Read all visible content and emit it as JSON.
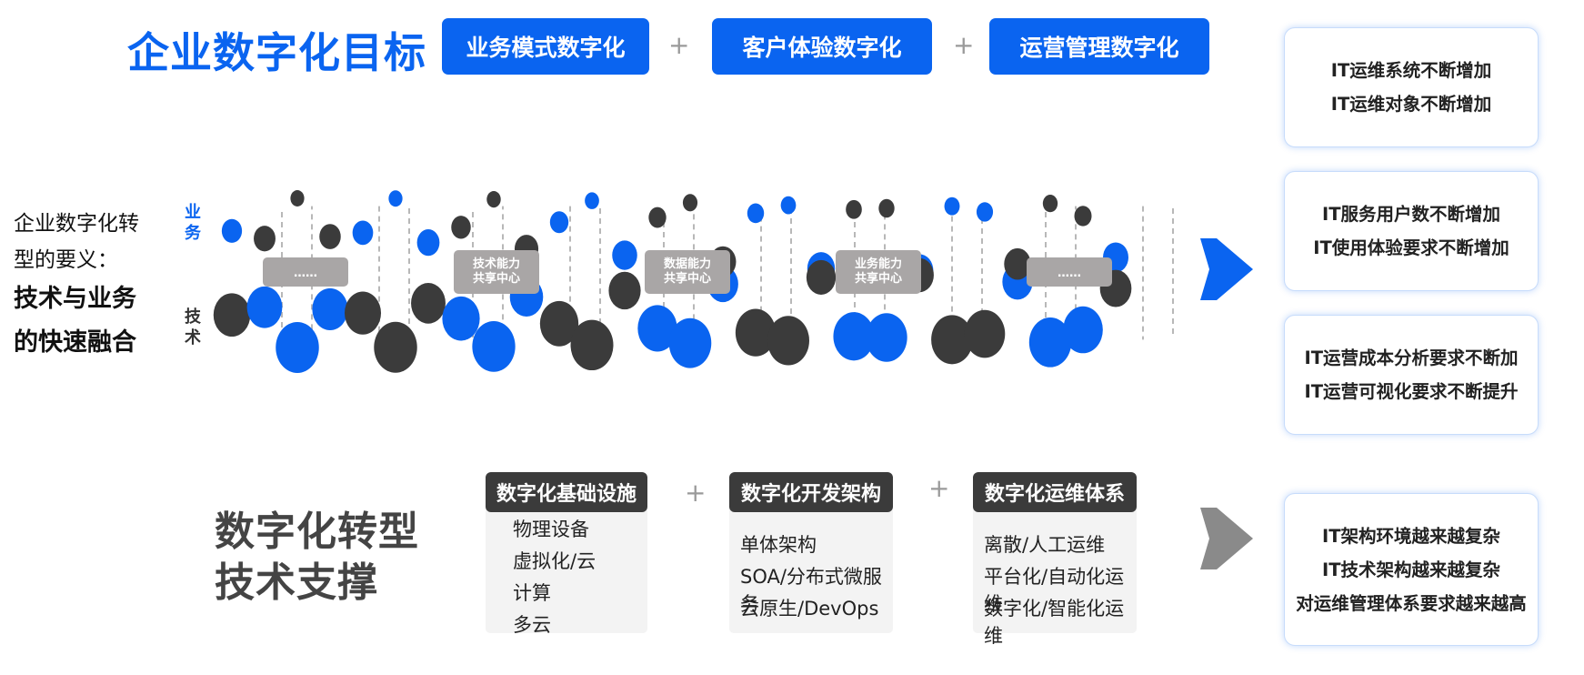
{
  "title_top": "企业数字化目标",
  "goals": [
    "业务模式数字化",
    "客户体验数字化",
    "运营管理数字化"
  ],
  "plus_sign": "+",
  "left": {
    "line1": "企业数字化转",
    "line2": "型的要义：",
    "bold1": "技术与业务",
    "bold2": "的快速融合"
  },
  "strand_labels": {
    "business": [
      "业",
      "务"
    ],
    "tech": [
      "技",
      "术"
    ]
  },
  "helix_labels": [
    {
      "lines": [
        "……"
      ]
    },
    {
      "lines": [
        "技术能力",
        "共享中心"
      ]
    },
    {
      "lines": [
        "数据能力",
        "共享中心"
      ]
    },
    {
      "lines": [
        "业务能力",
        "共享中心"
      ]
    },
    {
      "lines": [
        "……"
      ]
    }
  ],
  "right_boxes": [
    [
      "IT运维系统不断增加",
      "IT运维对象不断增加"
    ],
    [
      "IT服务用户数不断增加",
      "IT使用体验要求不断增加"
    ],
    [
      "IT运营成本分析要求不断加",
      "IT运营可视化要求不断提升"
    ],
    [
      "IT架构环境越来越复杂",
      "IT技术架构越来越复杂",
      "对运维管理体系要求越来越高"
    ]
  ],
  "title_bottom": [
    "数字化转型",
    "技术支撑"
  ],
  "pillars": [
    {
      "title": "数字化基础设施",
      "items": [
        "物理设备",
        "虚拟化/云",
        "计算",
        "多云"
      ]
    },
    {
      "title": "数字化开发架构",
      "items": [
        "单体架构",
        "SOA/分布式微服务",
        "云原生/DevOps"
      ]
    },
    {
      "title": "数字化运维体系",
      "items": [
        "离散/人工运维",
        "平台化/自动化运维",
        "数字化/智能化运维"
      ]
    }
  ],
  "colors": {
    "blue": "#0a64f0",
    "dark": "#3b3b3b",
    "grey_label": "#a9a6a6",
    "arrow_grey": "#8a8a8a"
  },
  "icons": [
    "arrow-right-blue-icon",
    "arrow-right-grey-icon"
  ]
}
